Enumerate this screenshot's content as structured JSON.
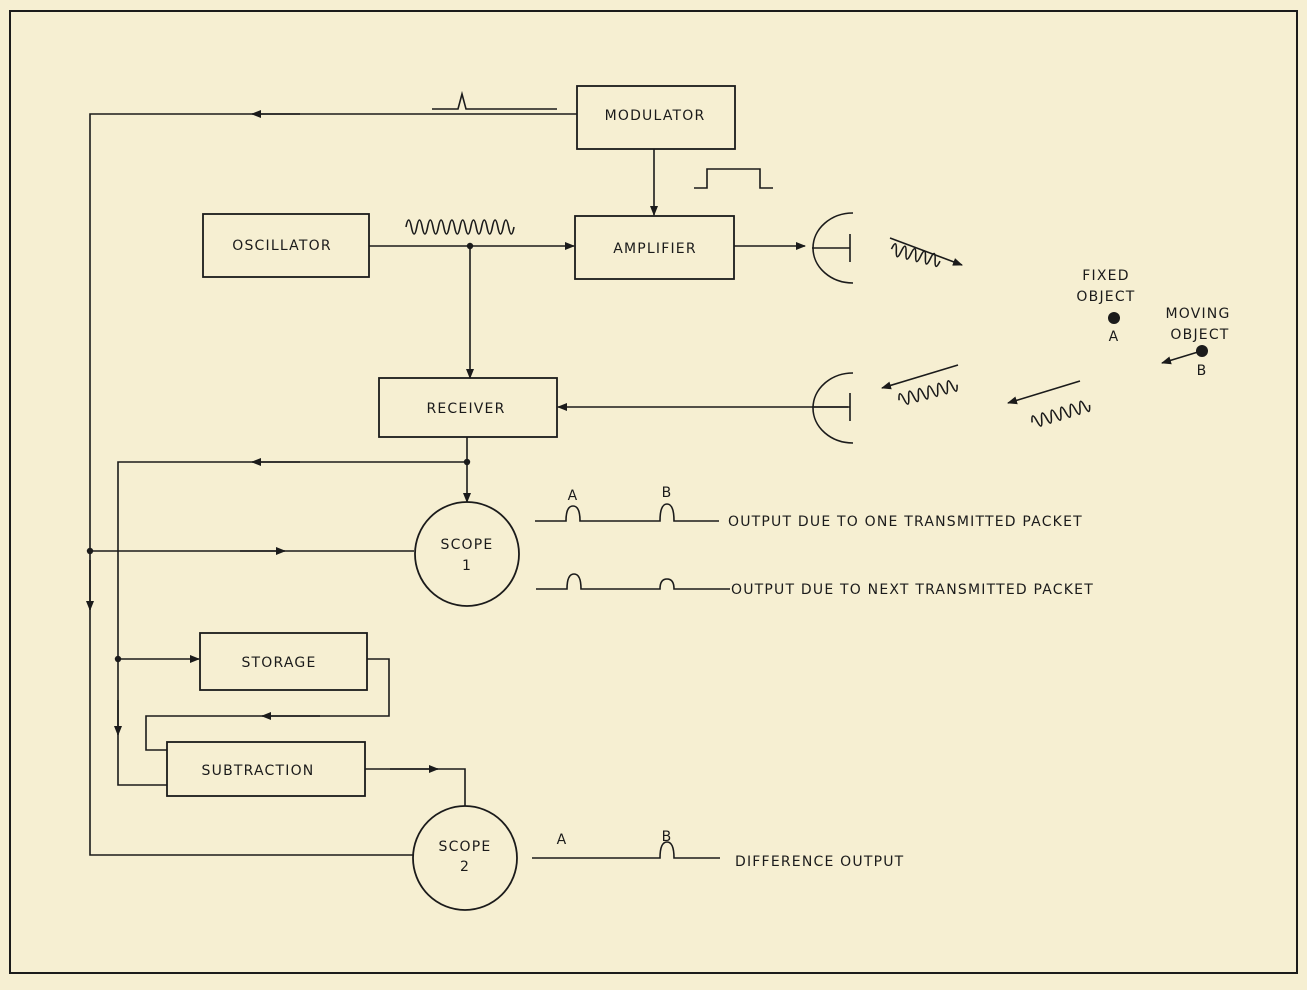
{
  "blocks": {
    "modulator": "MODULATOR",
    "oscillator": "OSCILLATOR",
    "amplifier": "AMPLIFIER",
    "receiver": "RECEIVER",
    "storage": "STORAGE",
    "subtraction": "SUBTRACTION",
    "scope1": {
      "name": "SCOPE",
      "number": "1"
    },
    "scope2": {
      "name": "SCOPE",
      "number": "2"
    }
  },
  "targets": {
    "fixed": {
      "line1": "FIXED",
      "line2": "OBJECT",
      "letter": "A"
    },
    "moving": {
      "line1": "MOVING",
      "line2": "OBJECT",
      "letter": "B"
    }
  },
  "traces": {
    "one_packet": {
      "label": "OUTPUT DUE TO ONE TRANSMITTED PACKET",
      "pulse_a": "A",
      "pulse_b": "B"
    },
    "next_packet": {
      "label": "OUTPUT DUE TO NEXT TRANSMITTED PACKET"
    },
    "difference": {
      "label": "DIFFERENCE OUTPUT",
      "pulse_a": "A",
      "pulse_b": "B"
    }
  }
}
